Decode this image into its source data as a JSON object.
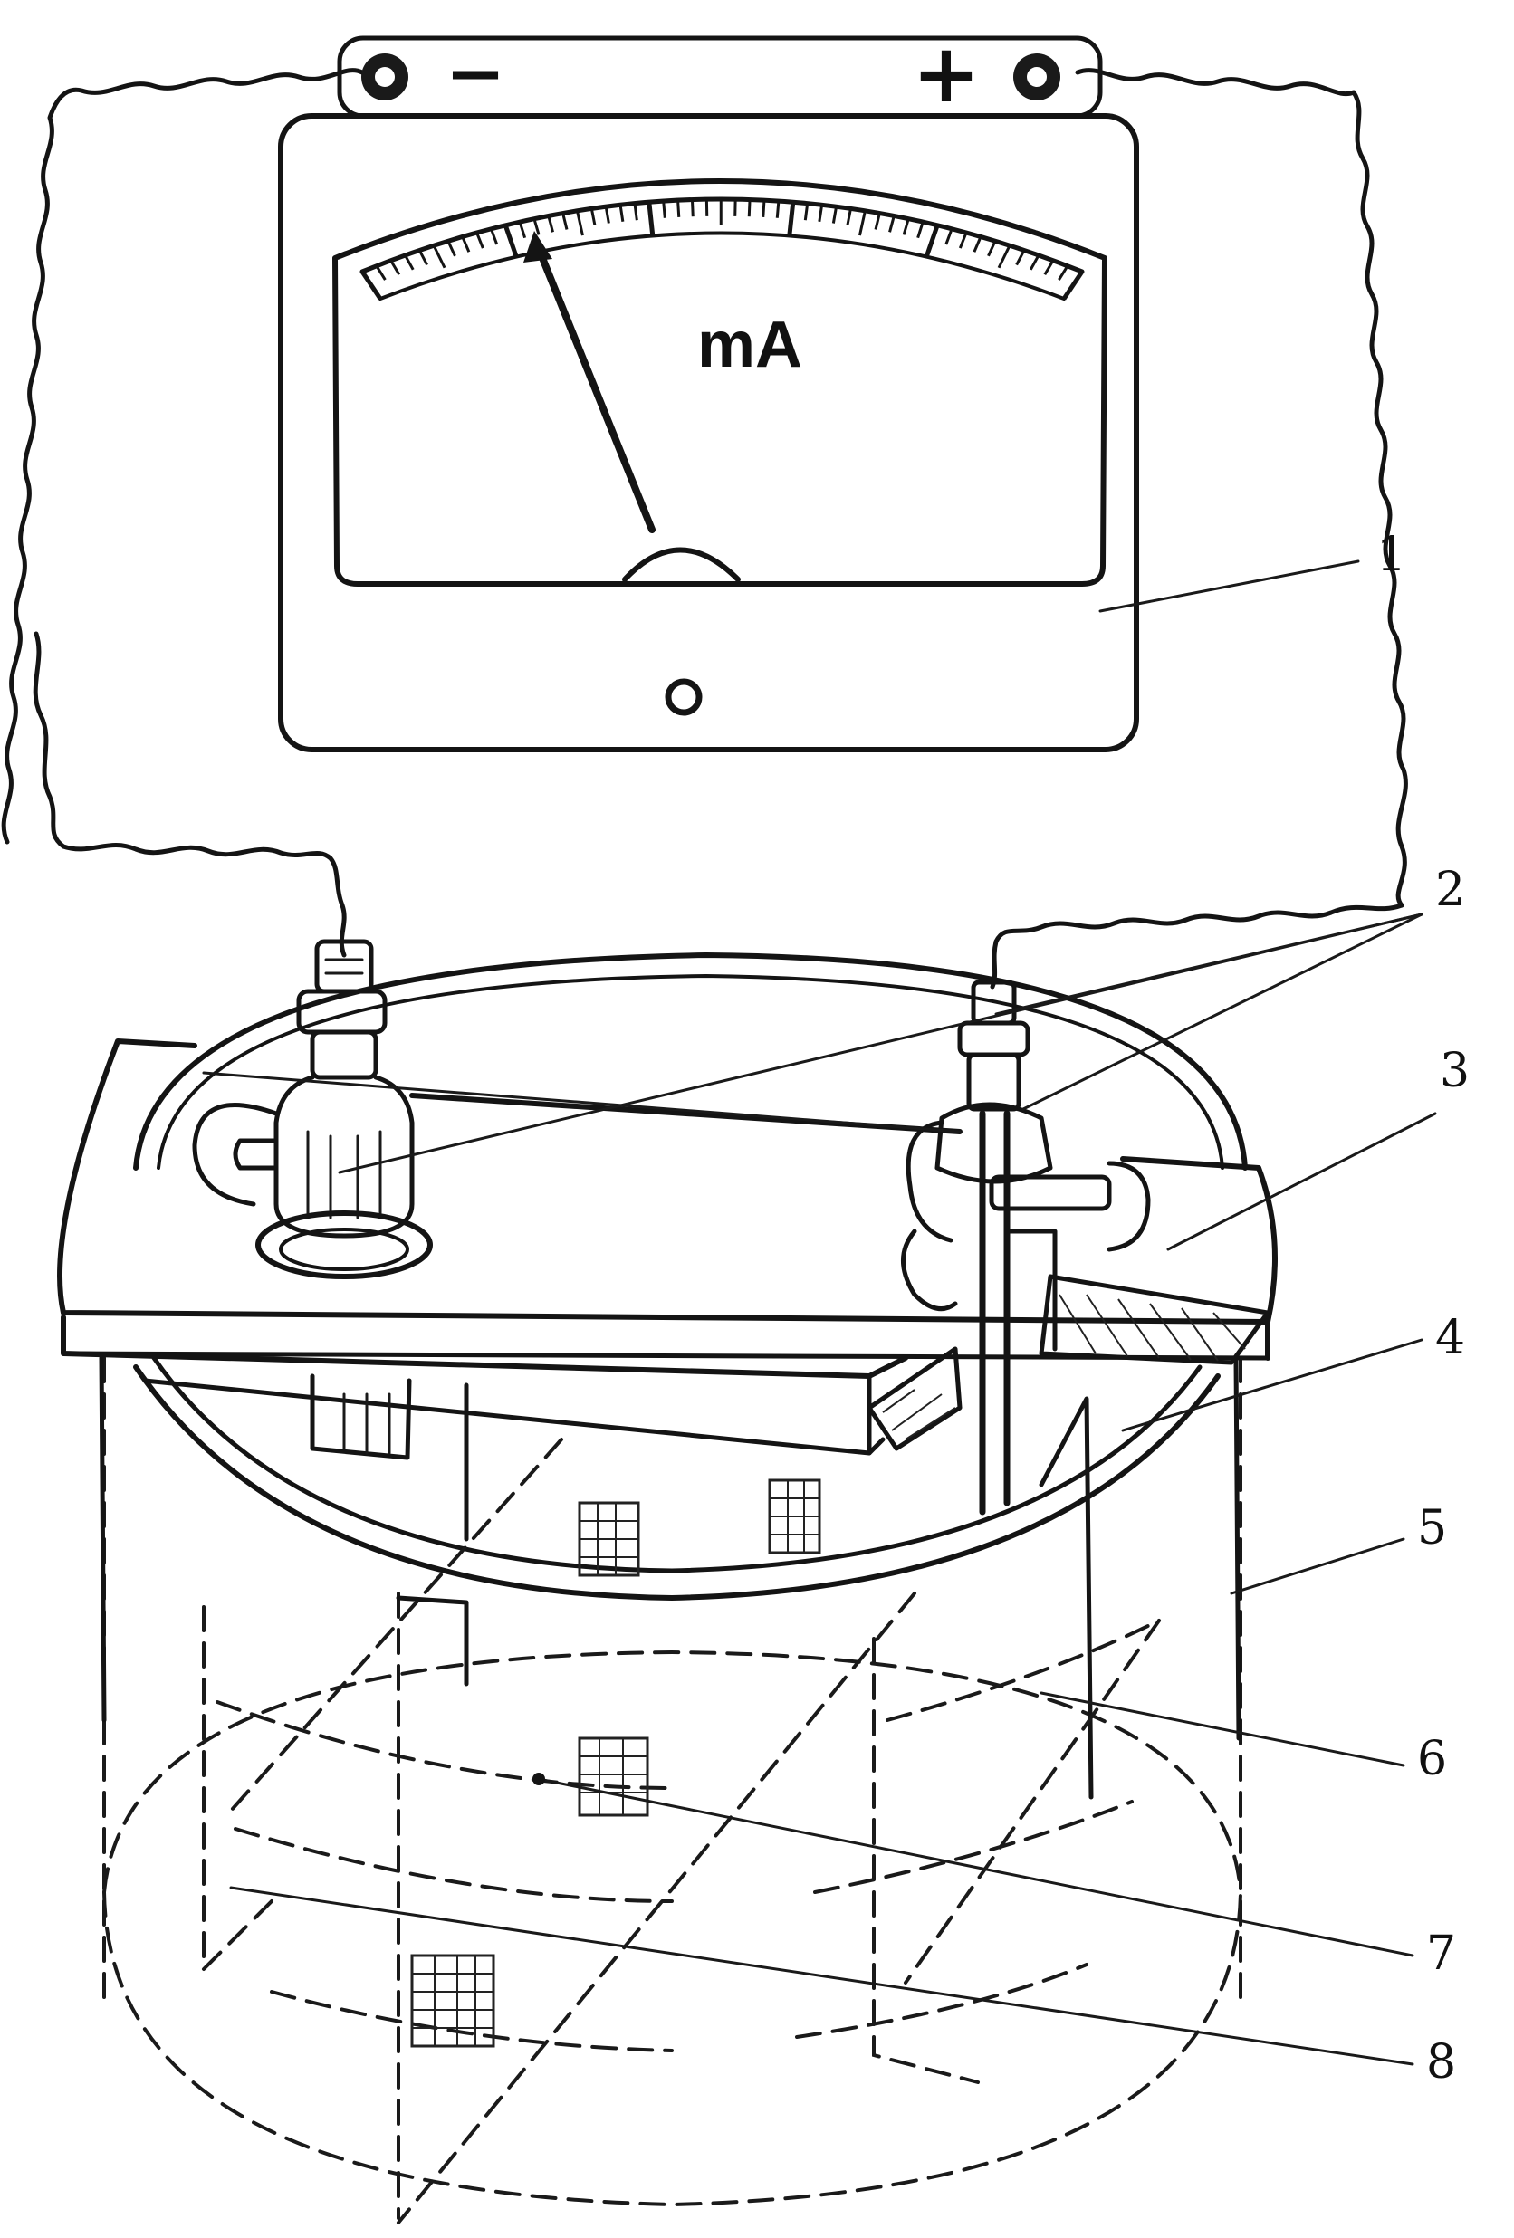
{
  "meter": {
    "unit_label": "mA",
    "terminal_negative": "−",
    "terminal_positive": "+"
  },
  "callouts": [
    {
      "number": "1",
      "target": "milliammeter"
    },
    {
      "number": "2",
      "target": "electrode-terminals"
    },
    {
      "number": "3",
      "target": "lid"
    },
    {
      "number": "4",
      "target": "vessel-rim"
    },
    {
      "number": "5",
      "target": "glass-vessel"
    },
    {
      "number": "6",
      "target": "electrode-plate"
    },
    {
      "number": "7",
      "target": "sample-mesh"
    },
    {
      "number": "8",
      "target": "electrolyte"
    }
  ]
}
